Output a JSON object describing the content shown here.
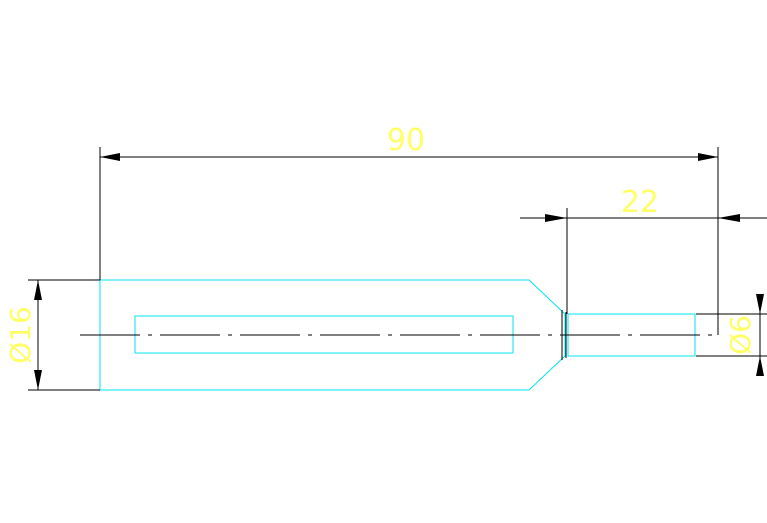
{
  "drawing": {
    "dimensions": {
      "overall_length": "90",
      "step_length": "22",
      "major_diameter": "Ø16",
      "minor_diameter": "Ø6"
    },
    "colors": {
      "background": "#ffffff",
      "part_outline": "#00e5ee",
      "dimension_lines": "#000000",
      "dimension_text": "#ffff66",
      "center_line": "#000000"
    }
  }
}
